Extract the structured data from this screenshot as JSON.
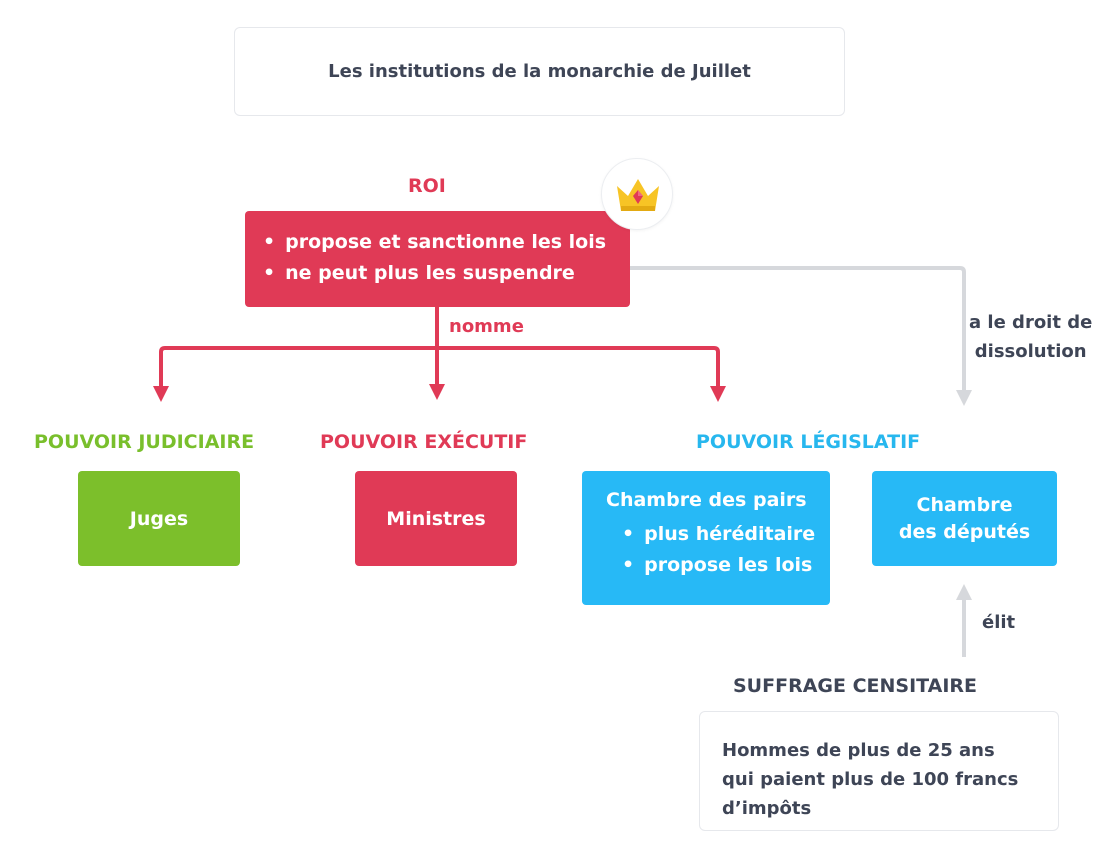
{
  "title": "Les institutions de la monarchie de Juillet",
  "roi": {
    "heading": "ROI",
    "items": [
      "propose et sanctionne les lois",
      "ne peut plus les suspendre"
    ],
    "icon": "crown-icon"
  },
  "arrows": {
    "nomme": "nomme",
    "dissolution_line1": "a le droit de",
    "dissolution_line2": "dissolution",
    "elit": "élit"
  },
  "judiciaire": {
    "heading": "POUVOIR JUDICIAIRE",
    "box": "Juges"
  },
  "executif": {
    "heading": "POUVOIR EXÉCUTIF",
    "box": "Ministres"
  },
  "legislatif": {
    "heading": "POUVOIR LÉGISLATIF",
    "pairs": {
      "title": "Chambre des pairs",
      "items": [
        "plus héréditaire",
        "propose les lois"
      ]
    },
    "deputes": {
      "line1": "Chambre",
      "line2": "des députés"
    }
  },
  "suffrage": {
    "heading": "SUFFRAGE CENSITAIRE",
    "lines": [
      "Hommes de plus de 25 ans",
      "qui paient plus de 100 francs",
      "d’impôts"
    ]
  },
  "colors": {
    "red": "#e03a56",
    "green": "#7cbf2b",
    "blue": "#27b9f6",
    "grey_arrow": "#d6d8dc",
    "text_dark": "#3e4556"
  }
}
